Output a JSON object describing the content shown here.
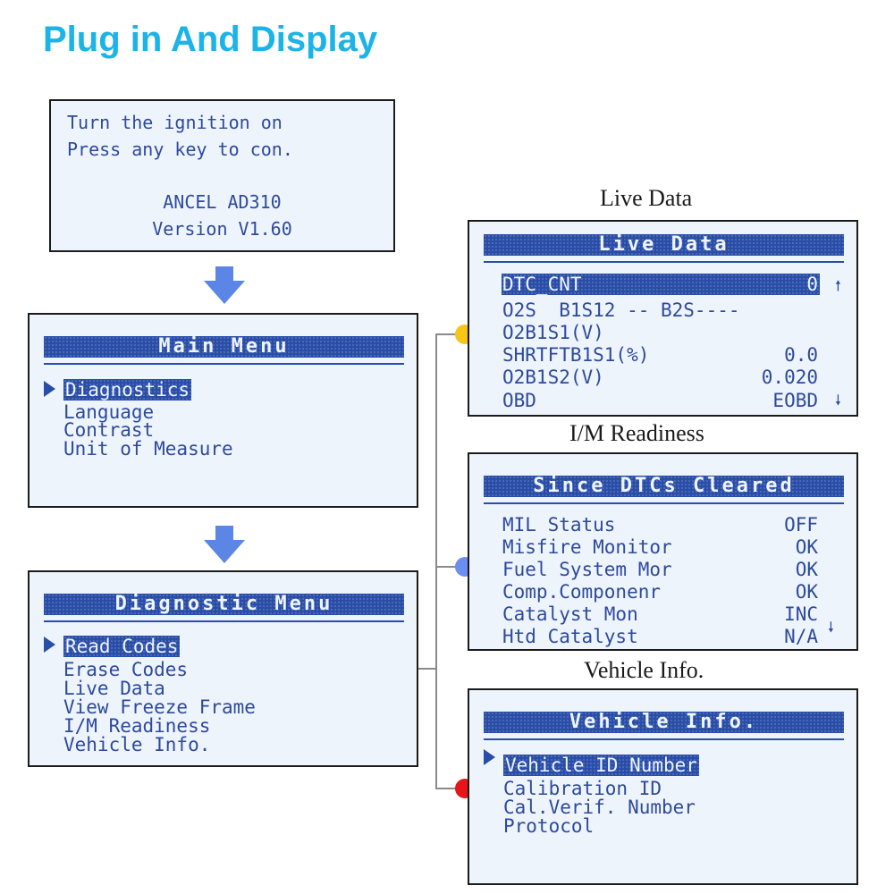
{
  "headline": "Plug in And Display",
  "colors": {
    "headline": "#1cb4e6",
    "lcd_text": "#2d4a9c",
    "lcd_bg": "#eef4fc",
    "arrow": "#5b86e5",
    "dot_live": "#f5c518",
    "dot_im": "#6b8ef0",
    "dot_vehicle": "#e8141b"
  },
  "start_screen": {
    "line1": "Turn the ignition on",
    "line2": "Press any key to con.",
    "model": "ANCEL AD310",
    "version": "Version V1.60"
  },
  "main_menu": {
    "title": "Main Menu",
    "items": [
      "Diagnostics",
      "Language",
      "Contrast",
      "Unit of Measure"
    ],
    "selected": "Diagnostics"
  },
  "diagnostic_menu": {
    "title": "Diagnostic Menu",
    "items": [
      "Read Codes",
      "Erase Codes",
      "Live Data",
      "View Freeze Frame",
      "I/M Readiness",
      "Vehicle Info."
    ],
    "selected": "Read Codes"
  },
  "live_data": {
    "caption": "Live Data",
    "title": "Live Data",
    "rows": [
      {
        "label": "DTC_CNT",
        "value": "0"
      },
      {
        "label": "O2S  B1S12 -- B2S----",
        "value": ""
      },
      {
        "label": "O2B1S1(V)",
        "value": ""
      },
      {
        "label": "SHRTFTB1S1(%)",
        "value": "0.0"
      },
      {
        "label": "O2B1S2(V)",
        "value": "0.020"
      },
      {
        "label": "OBD",
        "value": "EOBD"
      }
    ],
    "scroll_up_icon": "arrow-up",
    "scroll_down_icon": "arrow-down"
  },
  "im_readiness": {
    "caption": "I/M Readiness",
    "title": "Since DTCs Cleared",
    "rows": [
      {
        "label": "MIL Status",
        "value": "OFF"
      },
      {
        "label": "Misfire Monitor",
        "value": "OK"
      },
      {
        "label": "Fuel System Mor",
        "value": "OK"
      },
      {
        "label": "Comp.Componenr",
        "value": "OK"
      },
      {
        "label": "Catalyst Mon",
        "value": "INC"
      },
      {
        "label": "Htd Catalyst",
        "value": "N/A"
      }
    ],
    "scroll_down_icon": "arrow-down"
  },
  "vehicle_info": {
    "caption": "Vehicle Info.",
    "title": "Vehicle Info.",
    "items": [
      "Vehicle ID Number",
      "Calibration ID",
      "Cal.Verif. Number",
      "Protocol"
    ],
    "selected": "Vehicle ID Number"
  }
}
